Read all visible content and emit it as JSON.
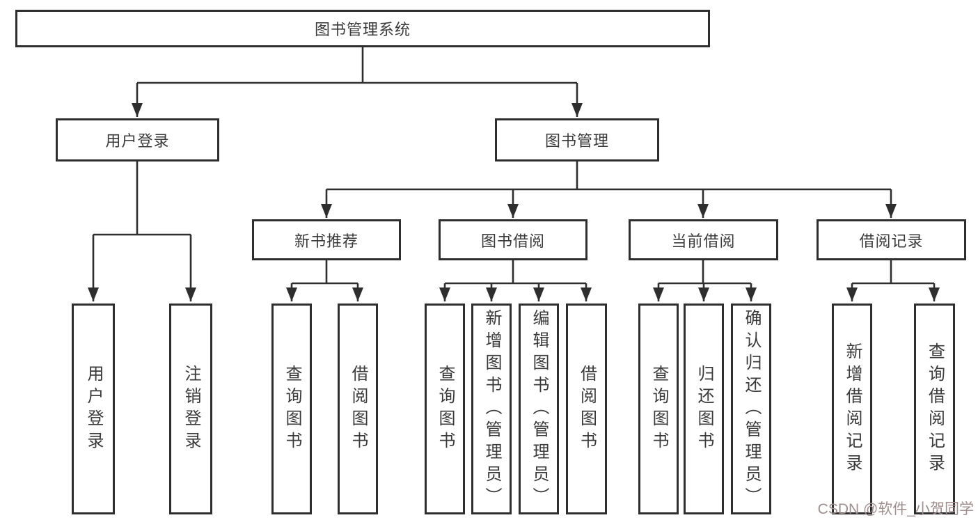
{
  "diagram": {
    "root_label": "图书管理系统",
    "level2": {
      "user_login": "用户登录",
      "book_mgmt": "图书管理"
    },
    "level3": {
      "new_books": "新书推荐",
      "borrow": "图书借阅",
      "current": "当前借阅",
      "records": "借阅记录"
    },
    "leaves": {
      "user_login": [
        "用户登录",
        "注销登录"
      ],
      "new_books": [
        "查询图书",
        "借阅图书"
      ],
      "borrow": [
        "查询图书",
        "新增图书（管理员）",
        "编辑图书（管理员）",
        "借阅图书"
      ],
      "current": [
        "查询图书",
        "归还图书",
        "确认归还（管理员）"
      ],
      "records": [
        "新增借阅记录",
        "查询借阅记录"
      ]
    },
    "watermark": "CSDN @软件_小贺同学",
    "colors": {
      "line": "#2e2e2e",
      "text": "#3a3a3a",
      "box_fill": "#ffffff",
      "watermark": "#a08d8d"
    }
  }
}
